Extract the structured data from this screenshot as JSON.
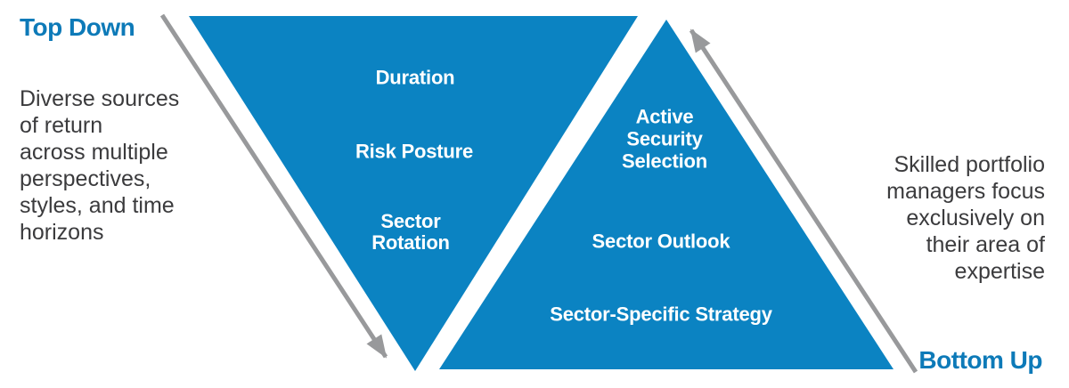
{
  "colors": {
    "background": "#ffffff",
    "triangle_blue": "#0b83c2",
    "label_blue": "#0d7ab8",
    "arrow_gray": "#98999b",
    "side_text_gray": "#3b3b3d",
    "triangle_text_white": "#ffffff"
  },
  "icons": {
    "top_down_arrow": "diagonal-arrow-pointing-down",
    "bottom_up_arrow": "diagonal-arrow-pointing-up"
  },
  "top_down": {
    "label": "Top Down",
    "description": "Diverse sources\nof return\nacross multiple\nperspectives,\nstyles, and time\nhorizons",
    "levels": {
      "duration": "Duration",
      "risk_posture": "Risk Posture",
      "sector_rotation": "Sector\nRotation"
    }
  },
  "bottom_up": {
    "label": "Bottom Up",
    "description": "Skilled portfolio\nmanagers focus\nexclusively on\ntheir area of\nexpertise",
    "levels": {
      "active_security_selection": "Active\nSecurity\nSelection",
      "sector_outlook": "Sector Outlook",
      "sector_specific_strategy": "Sector-Specific Strategy"
    }
  }
}
